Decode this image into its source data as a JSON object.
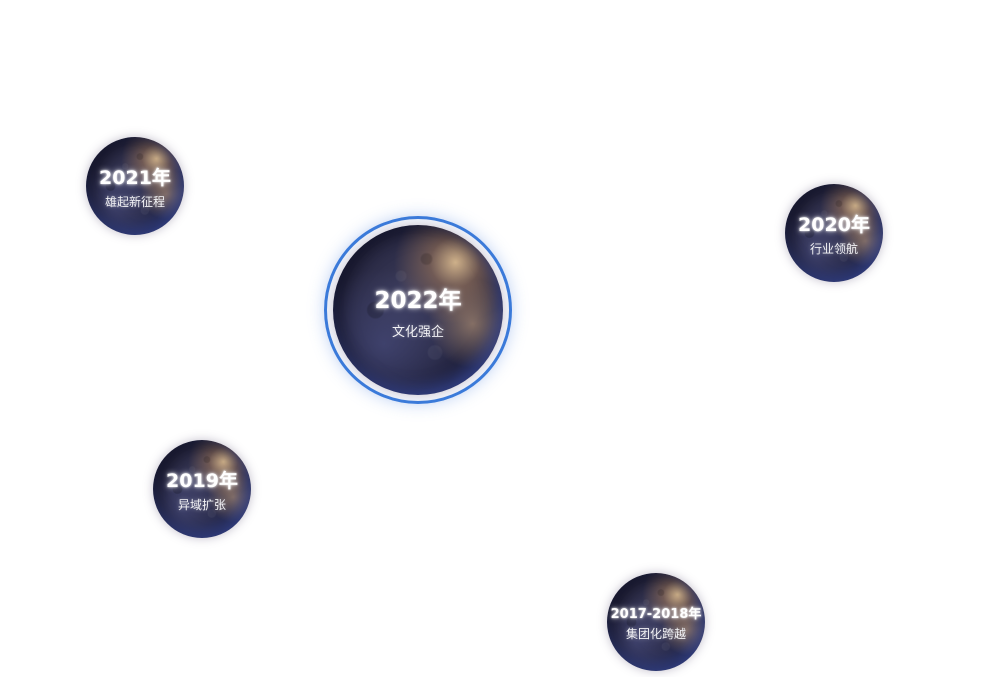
{
  "timeline": {
    "active_index": 0,
    "nodes": [
      {
        "year": "2022年",
        "subtitle": "文化强企",
        "active": true
      },
      {
        "year": "2021年",
        "subtitle": "雄起新征程",
        "active": false
      },
      {
        "year": "2020年",
        "subtitle": "行业领航",
        "active": false
      },
      {
        "year": "2019年",
        "subtitle": "异域扩张",
        "active": false
      },
      {
        "year": "2017-2018年",
        "subtitle": "集团化跨越",
        "active": false
      }
    ]
  },
  "colors": {
    "background": "#ffffff",
    "active_ring": "#3a7bdc",
    "planet_dark": "#1e1f3a",
    "text": "#ffffff"
  }
}
